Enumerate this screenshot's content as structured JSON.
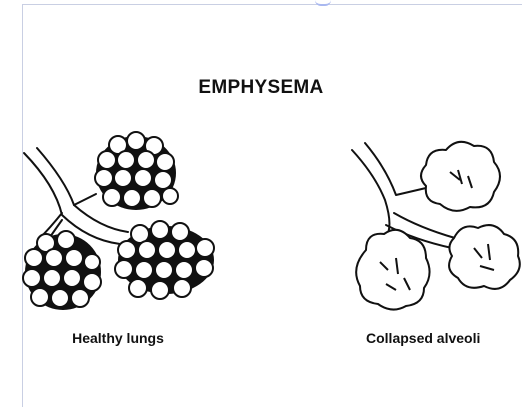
{
  "diagram": {
    "title": "EMPHYSEMA",
    "left_label": "Healthy lungs",
    "right_label": "Collapsed alveoli"
  }
}
